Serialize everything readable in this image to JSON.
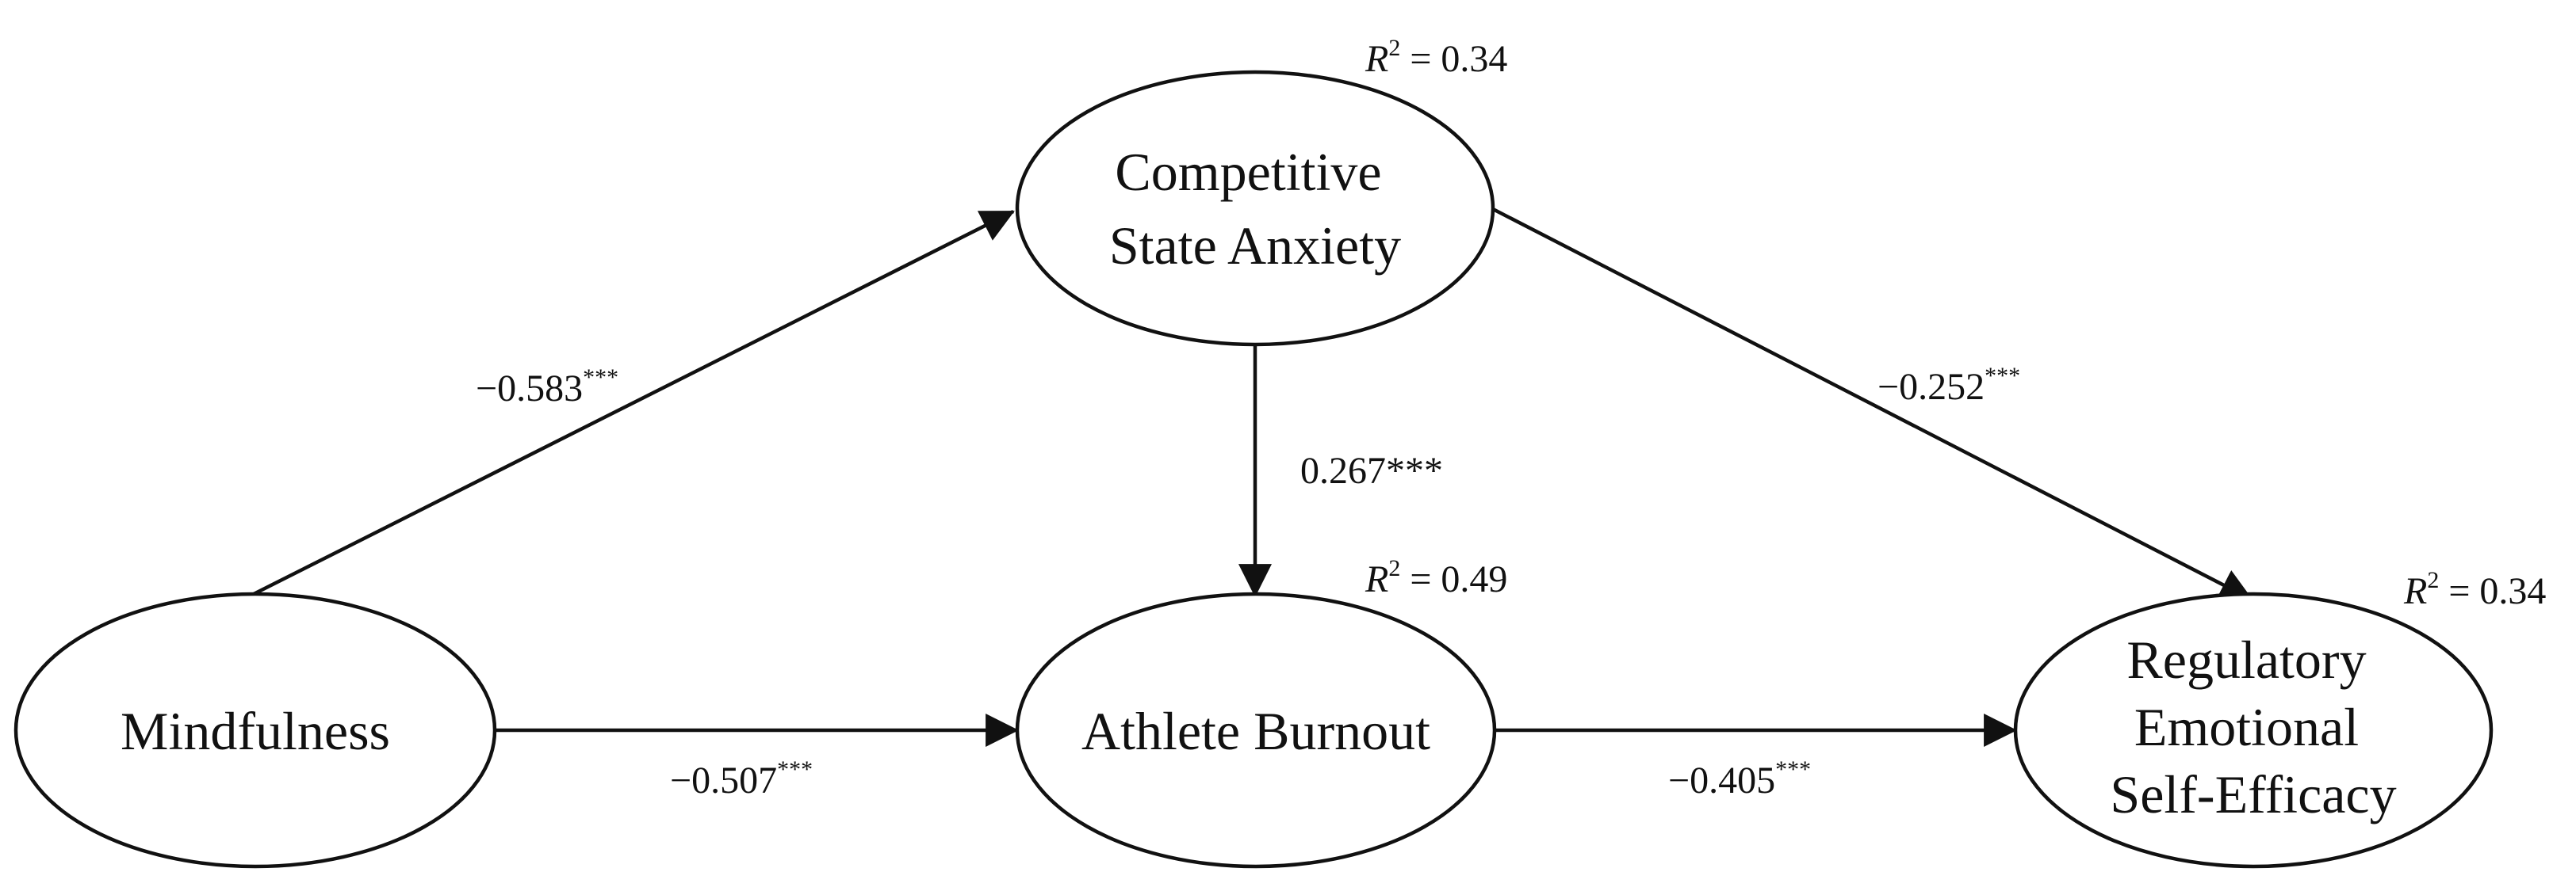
{
  "nodes": {
    "mindfulness": {
      "lines": [
        "Mindfulness"
      ]
    },
    "anxiety": {
      "lines": [
        "Competitive",
        "State Anxiety"
      ]
    },
    "burnout": {
      "lines": [
        "Athlete Burnout"
      ]
    },
    "efficacy": {
      "lines": [
        "Regulatory",
        "Emotional",
        "Self-Efficacy"
      ]
    }
  },
  "paths": {
    "mindfulness_to_anxiety": {
      "value": "−0.583",
      "sig": "***"
    },
    "anxiety_to_burnout": {
      "value": "0.267",
      "sig": "***"
    },
    "anxiety_to_efficacy": {
      "value": "−0.252",
      "sig": "***"
    },
    "mindfulness_to_burnout": {
      "value": "−0.507",
      "sig": "***"
    },
    "burnout_to_efficacy": {
      "value": "−0.405",
      "sig": "***"
    }
  },
  "r_squared": {
    "symbol": "R",
    "exponent": "2",
    "equals": " = ",
    "anxiety": "0.34",
    "burnout": "0.49",
    "efficacy": "0.34"
  },
  "colors": {
    "stroke": "#111111",
    "background": "#ffffff"
  }
}
